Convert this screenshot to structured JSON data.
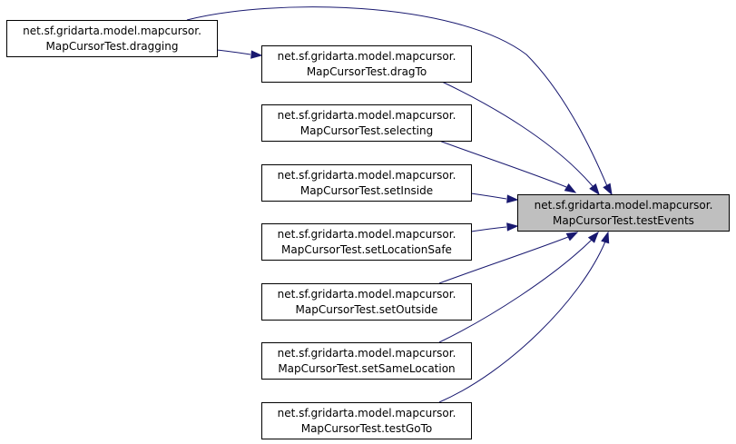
{
  "graph": {
    "type": "caller-graph",
    "target": {
      "id": "testEvents",
      "line1": "net.sf.gridarta.model.mapcursor.",
      "line2": "MapCursorTest.testEvents",
      "highlighted": true
    },
    "nodes": [
      {
        "id": "dragging",
        "line1": "net.sf.gridarta.model.mapcursor.",
        "line2": "MapCursorTest.dragging"
      },
      {
        "id": "dragTo",
        "line1": "net.sf.gridarta.model.mapcursor.",
        "line2": "MapCursorTest.dragTo"
      },
      {
        "id": "selecting",
        "line1": "net.sf.gridarta.model.mapcursor.",
        "line2": "MapCursorTest.selecting"
      },
      {
        "id": "setInside",
        "line1": "net.sf.gridarta.model.mapcursor.",
        "line2": "MapCursorTest.setInside"
      },
      {
        "id": "setLocationSafe",
        "line1": "net.sf.gridarta.model.mapcursor.",
        "line2": "MapCursorTest.setLocationSafe"
      },
      {
        "id": "setOutside",
        "line1": "net.sf.gridarta.model.mapcursor.",
        "line2": "MapCursorTest.setOutside"
      },
      {
        "id": "setSameLocation",
        "line1": "net.sf.gridarta.model.mapcursor.",
        "line2": "MapCursorTest.setSameLocation"
      },
      {
        "id": "testGoTo",
        "line1": "net.sf.gridarta.model.mapcursor.",
        "line2": "MapCursorTest.testGoTo"
      }
    ],
    "edges": [
      {
        "from": "dragging",
        "to": "testEvents"
      },
      {
        "from": "dragging",
        "to": "dragTo"
      },
      {
        "from": "dragTo",
        "to": "testEvents"
      },
      {
        "from": "selecting",
        "to": "testEvents"
      },
      {
        "from": "setInside",
        "to": "testEvents"
      },
      {
        "from": "setLocationSafe",
        "to": "testEvents"
      },
      {
        "from": "setOutside",
        "to": "testEvents"
      },
      {
        "from": "setSameLocation",
        "to": "testEvents"
      },
      {
        "from": "testGoTo",
        "to": "testEvents"
      }
    ],
    "colors": {
      "edge": "#191970",
      "node_fill": "#ffffff",
      "node_border": "#000000",
      "target_fill": "#bfbfbf"
    }
  }
}
